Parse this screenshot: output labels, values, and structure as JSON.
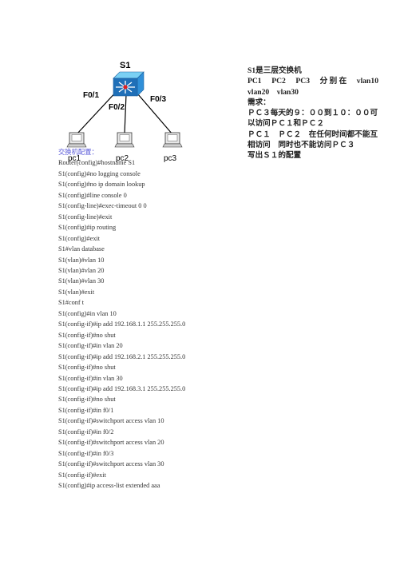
{
  "diagram": {
    "switch_label": "S1",
    "ports": [
      "F0/1",
      "F0/2",
      "F0/3"
    ],
    "pcs": [
      "pc1",
      "pc2",
      "pc3"
    ],
    "colors": {
      "switch_top": "#7ad0f4",
      "switch_side": "#2f8fd8",
      "switch_front": "#1f6fb8",
      "cable": "#000000"
    }
  },
  "notes": {
    "line1": "S1是三层交换机",
    "line2_cells": [
      "PC1",
      "PC2",
      "PC3",
      "分 别 在",
      "vlan10"
    ],
    "line3": "vlan20　vlan30",
    "line4": "需求：",
    "line5": "ＰＣ３每天的９：００到１０：００可",
    "line6": "以访问ＰＣ１和ＰＣ２",
    "line7": "ＰＣ１　ＰＣ２　在任何时间都不能互",
    "line8": "相访问　同时也不能访问ＰＣ３",
    "line9": "写出Ｓ１的配置"
  },
  "config": {
    "heading": "交换机配置：",
    "commands": [
      "Router(config)#hostname S1",
      "S1(config)#no logging console",
      "S1(config)#no ip domain lookup",
      "S1(config)#line console 0",
      "S1(config-line)#exec-timeout 0 0",
      "S1(config-line)#exit",
      "S1(config)#ip routing",
      "S1(config)#exit",
      "S1#vlan database",
      "S1(vlan)#vlan 10",
      "S1(vlan)#vlan 20",
      "S1(vlan)#vlan 30",
      "S1(vlan)#exit",
      "S1#conf t",
      "S1(config)#in vlan 10",
      "S1(config-if)#ip add 192.168.1.1 255.255.255.0",
      "S1(config-if)#no shut",
      "S1(config-if)#in vlan 20",
      "S1(config-if)#ip add 192.168.2.1 255.255.255.0",
      "S1(config-if)#no shut",
      "S1(config-if)#in vlan 30",
      "S1(config-if)#ip add 192.168.3.1 255.255.255.0",
      "S1(config-if)#no shut",
      "S1(config-if)#in f0/1",
      "S1(config-if)#switchport access vlan 10",
      "S1(config-if)#in f0/2",
      "S1(config-if)#switchport access vlan 20",
      "S1(config-if)#in f0/3",
      "S1(config-if)#switchport access vlan 30",
      "S1(config-if)#exit",
      "S1(config)#ip access-list extended aaa"
    ]
  }
}
